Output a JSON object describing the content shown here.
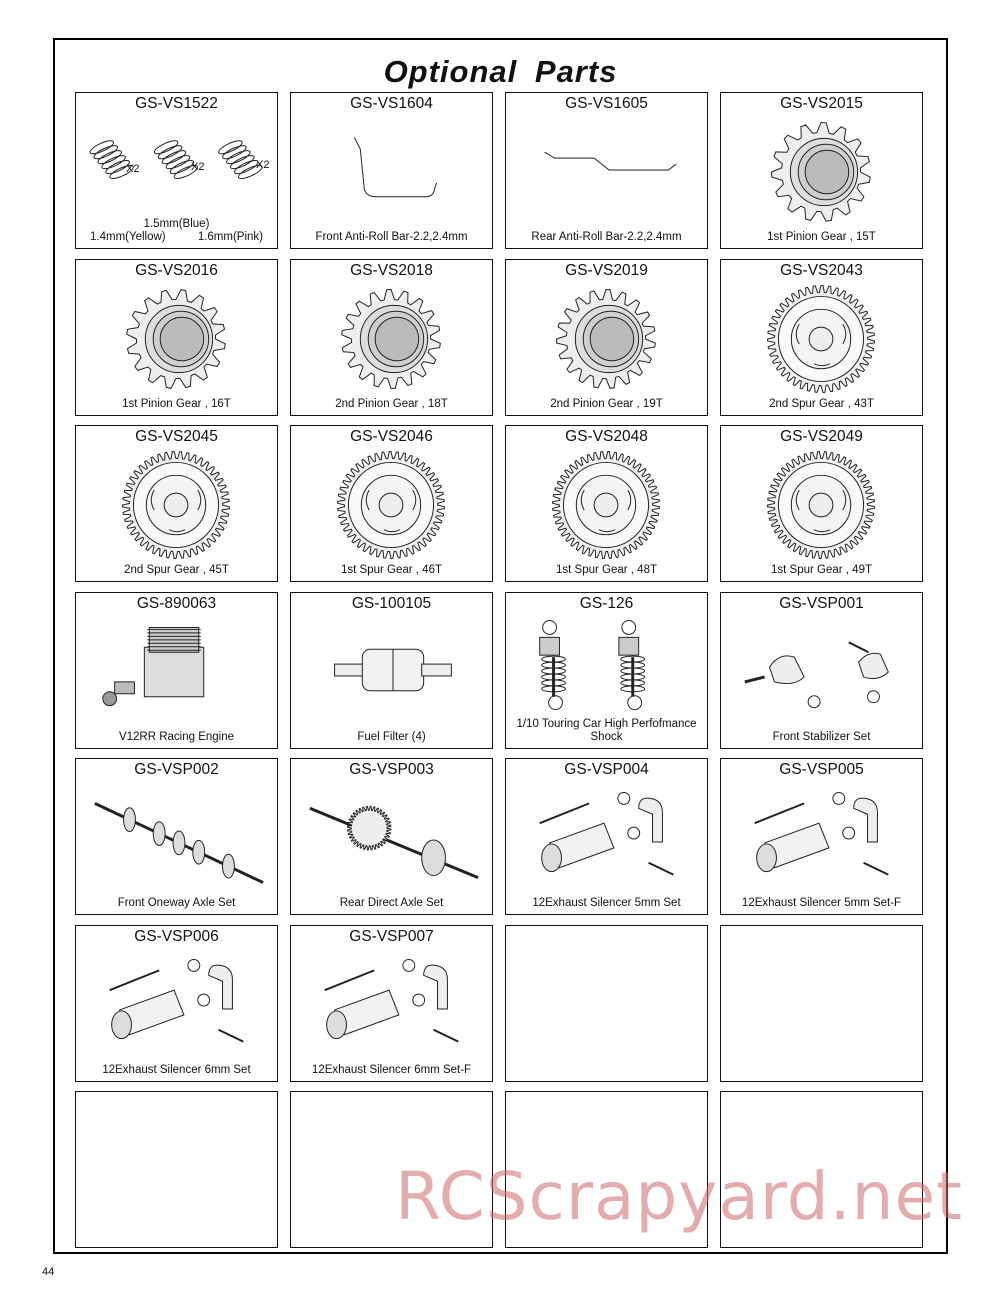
{
  "page": {
    "title": "Optional  Parts",
    "page_number": "44",
    "watermark": "RCScrapyard.net"
  },
  "parts": [
    {
      "code": "GS-VS1522",
      "caption": "",
      "art": "springs",
      "spring_labels": {
        "mid": "1.5mm(Blue)",
        "left": "1.4mm(Yellow)",
        "right": "1.6mm(Pink)",
        "qty": "X2"
      }
    },
    {
      "code": "GS-VS1604",
      "caption": "Front Anti-Roll Bar-2.2,2.4mm",
      "art": "frontbar"
    },
    {
      "code": "GS-VS1605",
      "caption": "Rear Anti-Roll Bar-2.2,2.4mm",
      "art": "rearbar"
    },
    {
      "code": "GS-VS2015",
      "caption": "1st Pinion Gear , 15T",
      "art": "pinion",
      "teeth": 15
    },
    {
      "code": "GS-VS2016",
      "caption": "1st Pinion Gear , 16T",
      "art": "pinion",
      "teeth": 16
    },
    {
      "code": "GS-VS2018",
      "caption": "2nd Pinion Gear , 18T",
      "art": "pinion",
      "teeth": 18
    },
    {
      "code": "GS-VS2019",
      "caption": "2nd Pinion Gear , 19T",
      "art": "pinion",
      "teeth": 19
    },
    {
      "code": "GS-VS2043",
      "caption": "2nd Spur Gear , 43T",
      "art": "spur",
      "teeth": 43
    },
    {
      "code": "GS-VS2045",
      "caption": "2nd Spur Gear , 45T",
      "art": "spur",
      "teeth": 45
    },
    {
      "code": "GS-VS2046",
      "caption": "1st Spur Gear , 46T",
      "art": "spur",
      "teeth": 46
    },
    {
      "code": "GS-VS2048",
      "caption": "1st Spur Gear , 48T",
      "art": "spur",
      "teeth": 48
    },
    {
      "code": "GS-VS2049",
      "caption": "1st Spur Gear , 49T",
      "art": "spur",
      "teeth": 49
    },
    {
      "code": "GS-890063",
      "caption": "V12RR Racing Engine",
      "art": "engine"
    },
    {
      "code": "GS-100105",
      "caption": "Fuel Filter (4)",
      "art": "filter"
    },
    {
      "code": "GS-126",
      "caption": "1/10 Touring Car High Perfofmance Shock",
      "art": "shock"
    },
    {
      "code": "GS-VSP001",
      "caption": "Front Stabilizer Set",
      "art": "stabilizer"
    },
    {
      "code": "GS-VSP002",
      "caption": "Front Oneway Axle Set",
      "art": "axle"
    },
    {
      "code": "GS-VSP003",
      "caption": "Rear Direct Axle Set",
      "art": "diff"
    },
    {
      "code": "GS-VSP004",
      "caption": "12Exhaust Silencer 5mm Set",
      "art": "exhaust"
    },
    {
      "code": "GS-VSP005",
      "caption": "12Exhaust Silencer 5mm Set-F",
      "art": "exhaust"
    },
    {
      "code": "GS-VSP006",
      "caption": "12Exhaust Silencer 6mm Set",
      "art": "exhaust"
    },
    {
      "code": "GS-VSP007",
      "caption": "12Exhaust Silencer 6mm Set-F",
      "art": "exhaust"
    },
    {
      "code": "",
      "caption": "",
      "art": "none"
    },
    {
      "code": "",
      "caption": "",
      "art": "none"
    },
    {
      "code": "",
      "caption": "",
      "art": "none"
    },
    {
      "code": "",
      "caption": "",
      "art": "none"
    },
    {
      "code": "",
      "caption": "",
      "art": "none"
    },
    {
      "code": "",
      "caption": "",
      "art": "none"
    }
  ]
}
